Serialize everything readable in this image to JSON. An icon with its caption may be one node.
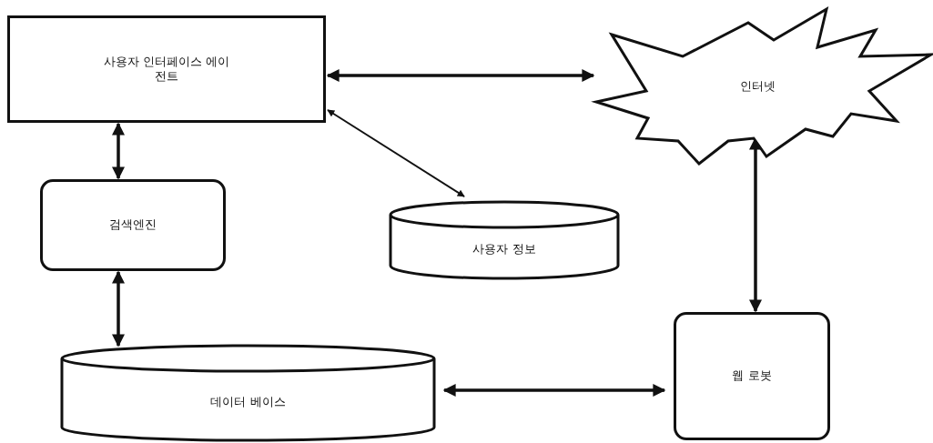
{
  "diagram": {
    "nodes": [
      {
        "text": [
          "사용자 인터페이스 에이전트"
        ]
      },
      {
        "text": [
          "인터넷"
        ]
      },
      {
        "text": [
          "검색엔진"
        ]
      },
      {
        "text": [
          "사용자 정보"
        ]
      },
      {
        "text": [
          "데이터 베이스"
        ]
      },
      {
        "text": [
          "웹 로봇"
        ]
      }
    ],
    "edges": [
      {
        "from": 0,
        "to": 1,
        "arrow": "both"
      },
      {
        "from": 0,
        "to": 3,
        "arrow": "both"
      },
      {
        "from": 0,
        "to": 2,
        "arrow": "both"
      },
      {
        "from": 2,
        "to": 4,
        "arrow": "both"
      },
      {
        "from": 1,
        "to": 5,
        "arrow": "both"
      },
      {
        "from": 4,
        "to": 5,
        "arrow": "both"
      }
    ]
  }
}
